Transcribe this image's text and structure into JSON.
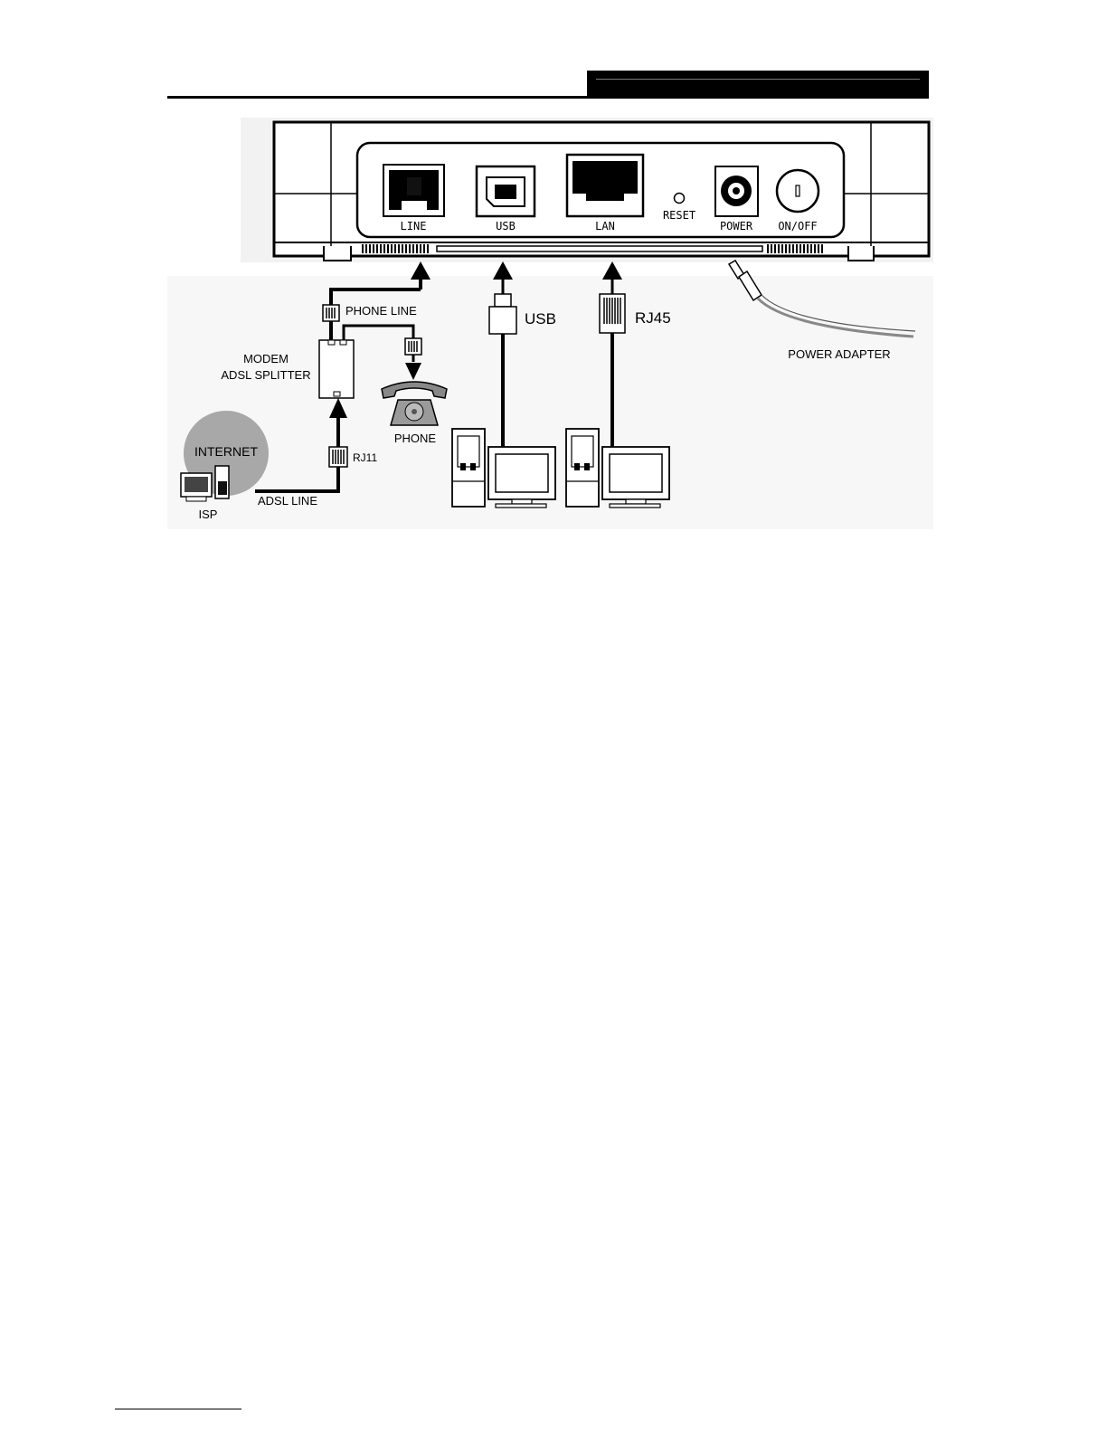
{
  "diagram": {
    "ports": {
      "line": "LINE",
      "usb": "USB",
      "lan": "LAN",
      "reset": "RESET",
      "power": "POWER",
      "onoff": "ON/OFF"
    },
    "labels": {
      "phone_line": "PHONE LINE",
      "modem": "MODEM",
      "splitter": "ADSL SPLITTER",
      "phone": "PHONE",
      "internet": "INTERNET",
      "isp": "ISP",
      "adsl_line": "ADSL LINE",
      "rj11": "RJ11",
      "usb_plug": "USB",
      "rj45": "RJ45",
      "power_adapter": "POWER ADAPTER"
    }
  }
}
